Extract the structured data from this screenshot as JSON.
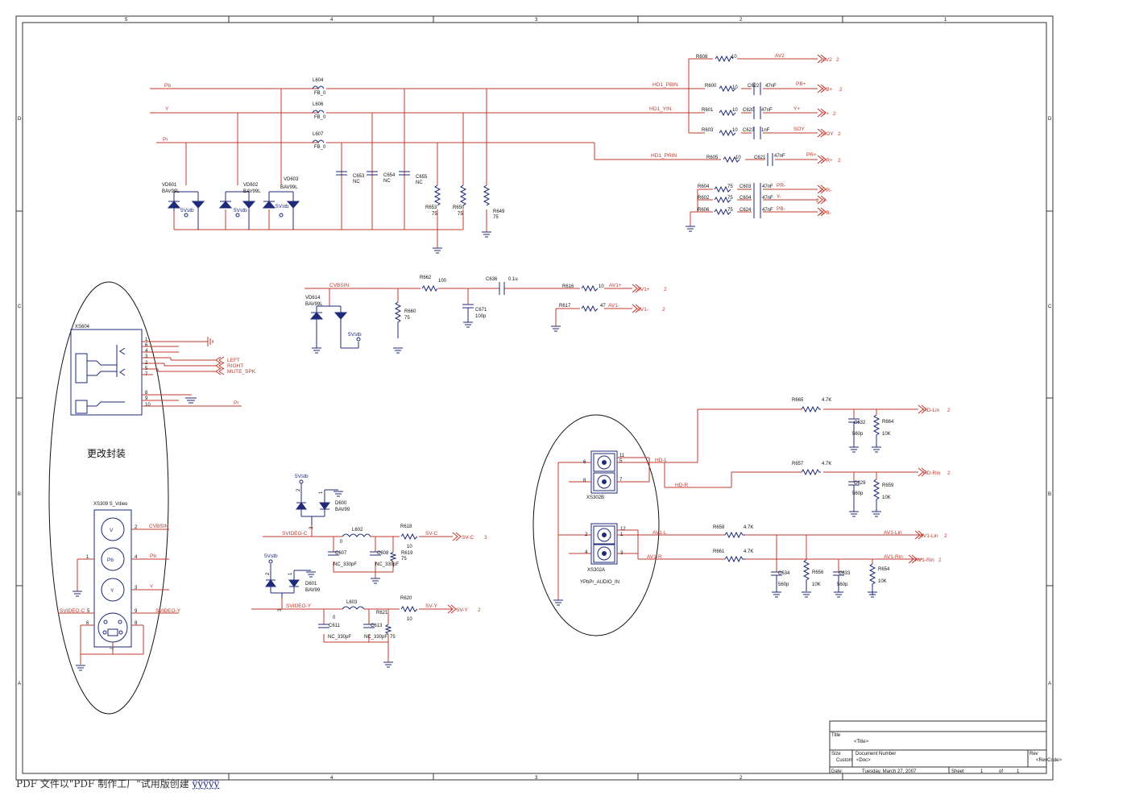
{
  "border": {
    "cols": [
      "5",
      "4",
      "3",
      "2",
      "1"
    ],
    "rows": [
      "D",
      "C",
      "B",
      "A"
    ]
  },
  "nets": {
    "pb": "Pb",
    "y": "Y",
    "pr": "Pr",
    "hd1_pbin": "HD1_PBIN",
    "hd1_yin": "HD1_YIN",
    "hd1_prin": "HD1_PRIN",
    "cvbsin": "CVBSIN",
    "svideo_c": "SVIDEO-C",
    "svideo_y": "SVIDEO-Y",
    "hd_l": "HD-L",
    "hd_r": "HD-R",
    "av1_l": "AV1-L",
    "av1_r": "AV1-R",
    "left": "LEFT",
    "right": "RIGHT",
    "mute_spk": "MUTE_SPK",
    "fivevstb": "5Vstb"
  },
  "ports": {
    "av2": "AV2",
    "pbp": "PB+",
    "yp": "Y+",
    "soy": "SOY",
    "prp": "PR+",
    "prm": "PR-",
    "ym": "Y-",
    "pbm": "PB-",
    "av1p": "AV1+",
    "av1m": "AV1-",
    "svc": "SV-C",
    "svy": "SV-Y",
    "hdlin": "HD-Lin",
    "hdrin": "HD-Rin",
    "av1lin": "AV1-Lin",
    "av1rin": "AV1-Rin",
    "n2": "2",
    "n3": "3"
  },
  "parts": {
    "r608": "R608",
    "r600": "R600",
    "r601": "R601",
    "r603": "R603",
    "r605": "R605",
    "r604": "R604",
    "r602": "R602",
    "r606": "R606",
    "c622": "C622",
    "c620": "C620",
    "c623": "C623",
    "c621": "C621",
    "c603": "C603",
    "c604": "C604",
    "c624": "C624",
    "v10": "10",
    "v75": "75",
    "v47nf": "47nF",
    "v1nf": "1nF",
    "l604": "L604",
    "l606": "L606",
    "l607": "L607",
    "fb0": "FB_0",
    "c653": "C653",
    "c654": "C654",
    "c655": "C655",
    "nc": "NC",
    "r653": "R653",
    "r650": "R650",
    "r649": "R649",
    "vd601": "VD601",
    "vd602": "VD602",
    "vd603": "VD603",
    "vd614": "VD614",
    "bav99l": "BAV99L",
    "r662": "R662",
    "v100": "100",
    "c636": "C636",
    "v01u": "0.1u",
    "r616": "R616",
    "r617": "R617",
    "v47": "47",
    "r660": "R660",
    "c671": "C671",
    "v100p": "100p",
    "xs604": "XS604",
    "pkg": "更改封装",
    "xs309": "XS309 S_Vdieo",
    "jv": "V",
    "jpb": "Pb",
    "jy": "Y",
    "d600": "D600",
    "d601": "D601",
    "bav99": "BAV99",
    "l602": "L602",
    "l603": "L603",
    "v0": "0",
    "c607": "C607",
    "c608": "C608",
    "c611": "C611",
    "c613": "C613",
    "nc330": "NC_330pF",
    "r618": "R618",
    "r619": "R619",
    "r620": "R620",
    "r621": "R621",
    "xs302b": "XS302B",
    "xs302a": "XS302A",
    "ypbpr": "YPbPr_AUDIO_IN",
    "r665": "R665",
    "r657": "R657",
    "r658": "R658",
    "r661": "R661",
    "v47k": "4.7K",
    "c632": "C632",
    "c629": "C629",
    "c634": "C634",
    "c633": "C633",
    "v560p": "560p",
    "r664": "R664",
    "r659": "R659",
    "r656": "R656",
    "r654": "R654",
    "v10k": "10K"
  },
  "title_block": {
    "title_label": "Title",
    "title_value": "<Title>",
    "size_label": "Size",
    "size_value": "Custom",
    "docnum_label": "Document Number",
    "docnum_value": "<Doc>",
    "rev_label": "Rev",
    "rev_value": "<RevCode>",
    "date_label": "Date:",
    "date_value": "Tuesday, March 27, 2007",
    "sheet_label": "Sheet",
    "sheet_value": "1",
    "of_label": "of",
    "of_value": "1"
  },
  "watermark": {
    "text": "PDF 文件以\"PDF 制作工厂\"试用版创建",
    "link": "ÿÿÿÿÿ"
  }
}
